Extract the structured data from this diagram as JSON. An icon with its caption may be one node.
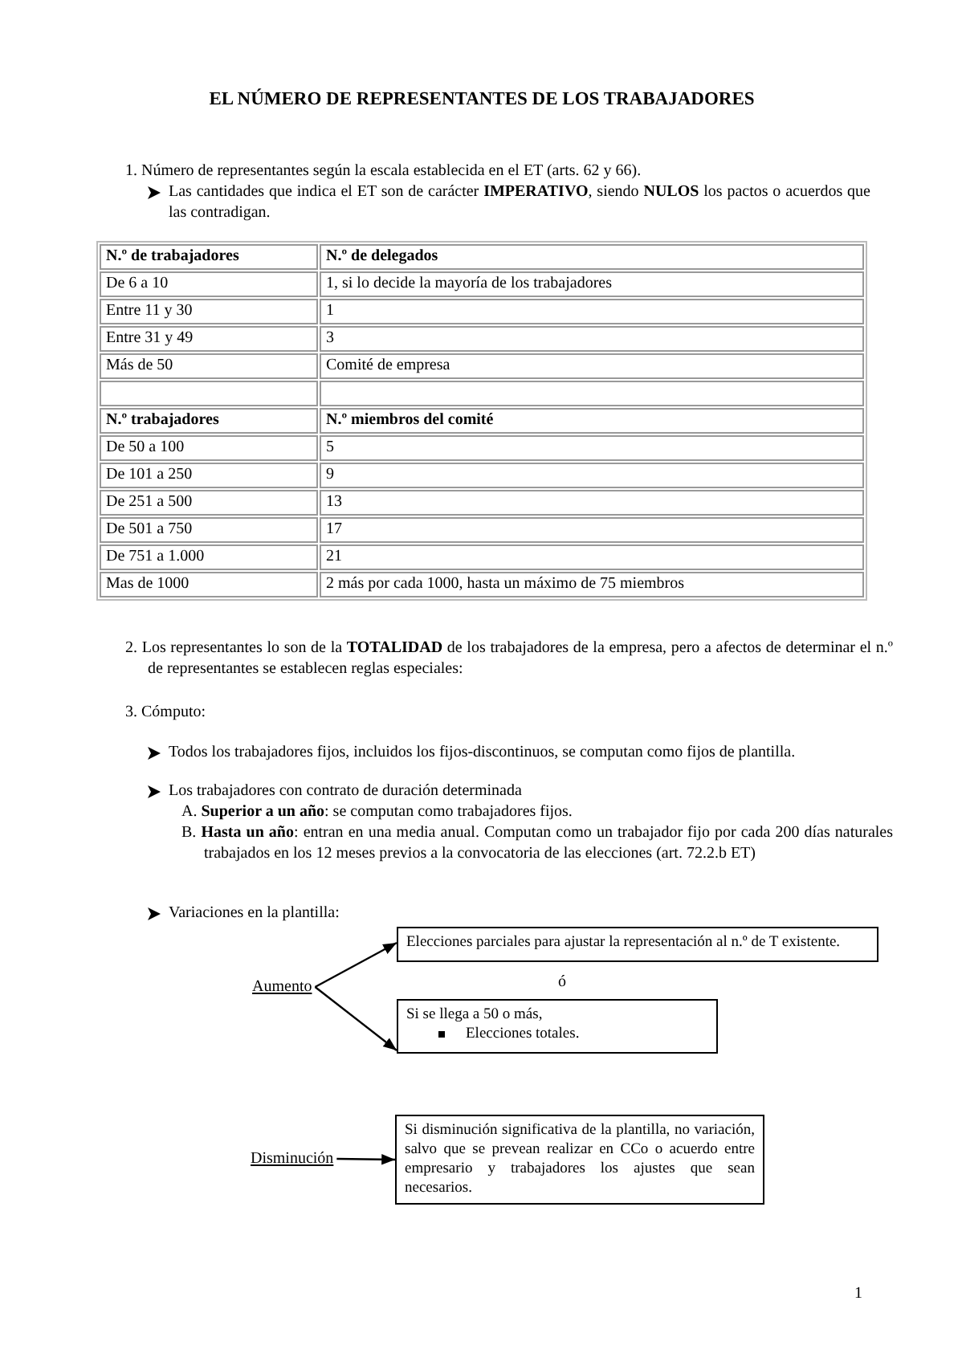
{
  "diagram": {
    "title": "EL NÚMERO DE REPRESENTANTES DE LOS TRABAJADORES",
    "nodes": [
      {
        "text": [
          "Aumento"
        ]
      },
      {
        "text": [
          "Elecciones parciales para ajustar la representación al n.º de T existente."
        ]
      },
      {
        "text": [
          "Si se llega a 50 o más,",
          "Elecciones totales."
        ]
      },
      {
        "text": [
          "Disminución"
        ]
      },
      {
        "text": [
          "Si disminución significativa de la plantilla, no variación, salvo que se prevean realizar en CCo o acuerdo entre empresario y trabajadores los ajustes que sean necesarios."
        ]
      }
    ],
    "edges": [
      {
        "from": 0,
        "to": 1,
        "arrow": "to"
      },
      {
        "from": 0,
        "to": 2,
        "arrow": "to"
      },
      {
        "from": 3,
        "to": 4,
        "arrow": "to"
      }
    ],
    "labels": [
      "1. Número de representantes según la escala establecida en el ET (arts. 62 y 66).",
      "Las cantidades que indica el ET son de carácter **IMPERATIVO**, siendo **NULOS** los pactos o acuerdos que las contradigan.",
      "N.º de trabajadores",
      "N.º de delegados",
      "De 6 a 10",
      "1, si lo decide la mayoría de los trabajadores",
      "Entre 11 y 30",
      "1",
      "Entre 31 y 49",
      "3",
      "Más de 50",
      "Comité de empresa",
      "N.º trabajadores",
      "N.º miembros del comité",
      "De 50 a 100",
      "5",
      "De 101 a 250",
      "9",
      "De 251 a 500",
      "13",
      "De 501 a 750",
      "17",
      "De 751 a 1.000",
      "21",
      "Mas de 1000",
      "2 más por cada 1000, hasta un máximo de 75 miembros",
      "2. Los representantes lo son de la **TOTALIDAD** de los trabajadores de la empresa, pero a afectos de determinar el n.º de representantes se establecen reglas especiales:",
      "3. Cómputo:",
      "Todos los trabajadores fijos, incluidos los fijos-discontinuos, se computan como fijos de plantilla.",
      "Los trabajadores con contrato de duración determinada",
      "A. **Superior a un año**: se computan como trabajadores fijos.",
      "B. **Hasta un año**: entran en una media anual. Computan como un trabajador fijo por cada 200 días naturales trabajados en los 12 meses previos a la convocatoria de las elecciones (art. 72.2.b ET)",
      "Variaciones en la plantilla:",
      "ó",
      "1"
    ]
  }
}
